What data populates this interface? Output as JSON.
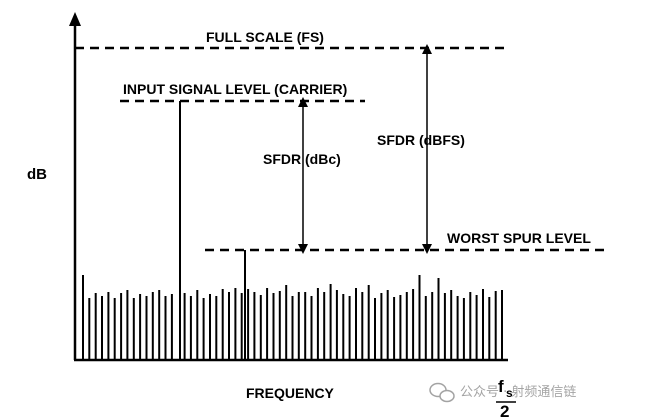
{
  "labels": {
    "full_scale": "FULL SCALE (FS)",
    "input_signal": "INPUT SIGNAL LEVEL (CARRIER)",
    "sfdr_dbfs": "SFDR (dBFS)",
    "sfdr_dbc": "SFDR (dBc)",
    "worst_spur": "WORST SPUR LEVEL",
    "y_axis": "dB",
    "x_axis": "FREQUENCY",
    "fs_numerator_f": "f",
    "fs_numerator_sub": "s",
    "fs_denominator": "2"
  },
  "watermark": {
    "text": "公众号 · 射频通信链",
    "icon": "wechat-icon"
  },
  "colors": {
    "ink": "#000000",
    "watermark": "#9a9a9a"
  }
}
